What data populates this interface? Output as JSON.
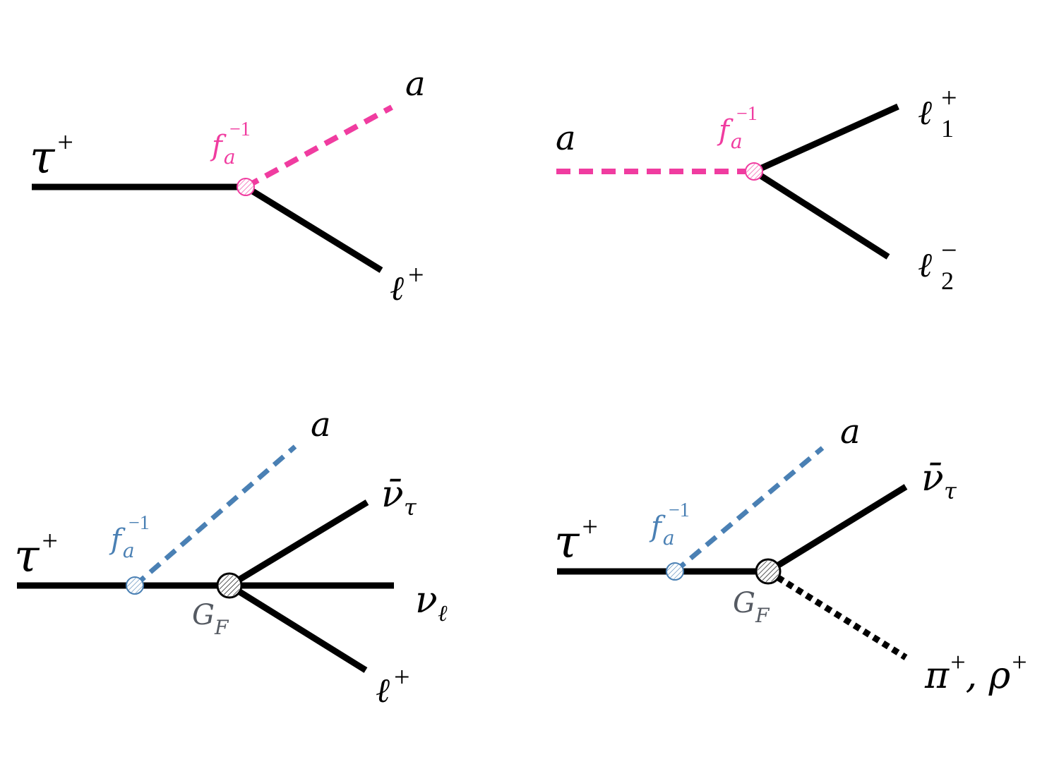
{
  "colors": {
    "line": "#000000",
    "pink": "#f03ca0",
    "blue": "#4a80b4",
    "gray": "#555a62"
  },
  "diagrams": [
    {
      "labels": {
        "tau": "τ",
        "tau_sup": "+",
        "a": "a",
        "coupling_f": "f",
        "coupling_sub": "a",
        "coupling_sup": "−1",
        "lepton": "ℓ",
        "lepton_sup": "+"
      }
    },
    {
      "labels": {
        "a": "a",
        "coupling_f": "f",
        "coupling_sub": "a",
        "coupling_sup": "−1",
        "l1": "ℓ",
        "l1_sub": "1",
        "l1_sup": "+",
        "l2": "ℓ",
        "l2_sub": "2",
        "l2_sup": "−"
      }
    },
    {
      "labels": {
        "tau": "τ",
        "tau_sup": "+",
        "a": "a",
        "coupling_f": "f",
        "coupling_sub": "a",
        "coupling_sup": "−1",
        "nubar": "ν̄",
        "nubar_sub": "τ",
        "nu": "ν",
        "nu_sub": "ℓ",
        "lepton": "ℓ",
        "lepton_sup": "+",
        "gf": "G",
        "gf_sub": "F"
      }
    },
    {
      "labels": {
        "tau": "τ",
        "tau_sup": "+",
        "a": "a",
        "coupling_f": "f",
        "coupling_sub": "a",
        "coupling_sup": "−1",
        "nubar": "ν̄",
        "nubar_sub": "τ",
        "gf": "G",
        "gf_sub": "F",
        "meson": "π",
        "meson_sup": "+",
        "meson_mid": ", ρ",
        "meson_sup2": "+"
      }
    }
  ]
}
